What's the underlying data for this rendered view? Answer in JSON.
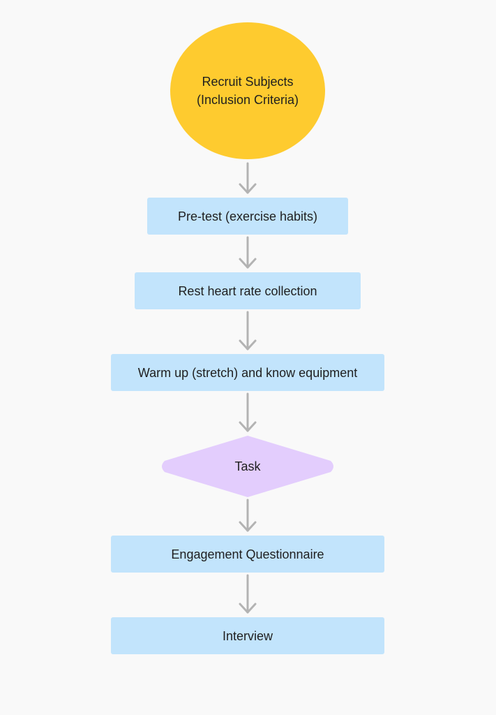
{
  "flowchart": {
    "start": {
      "line1": "Recruit Subjects",
      "line2": "(Inclusion Criteria)",
      "color": "#fecb2f"
    },
    "steps": [
      {
        "label": "Pre-test (exercise habits)"
      },
      {
        "label": "Rest heart rate collection"
      },
      {
        "label": "Warm up (stretch) and know equipment"
      },
      {
        "label": "Task"
      },
      {
        "label": "Engagement Questionnaire"
      },
      {
        "label": "Interview"
      }
    ],
    "colors": {
      "process_fill": "#c2e4fc",
      "decision_fill": "#e3cdfd",
      "arrow": "#b3b3b3",
      "background": "#f9f9f9"
    }
  }
}
